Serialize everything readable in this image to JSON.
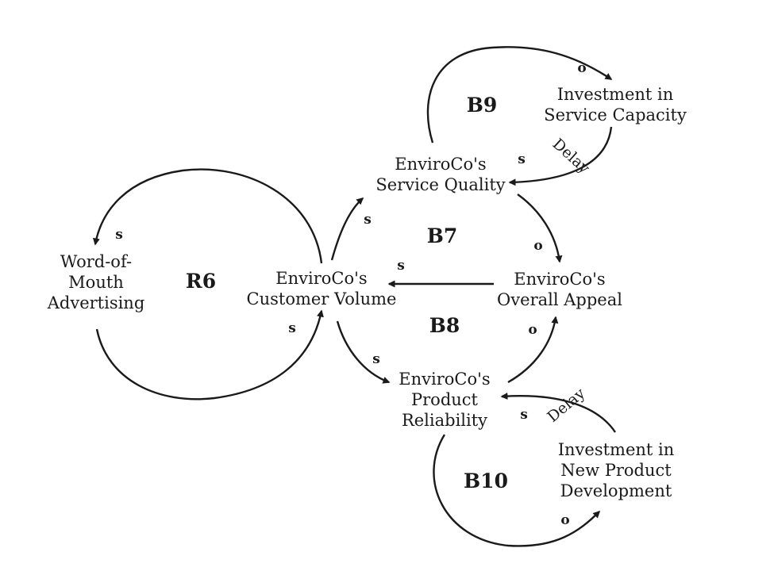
{
  "nodes": {
    "word_of_mouth": [
      "Word-of-",
      "Mouth",
      "Advertising"
    ],
    "customer_volume": [
      "EnviroCo's",
      "Customer Volume"
    ],
    "service_quality": [
      "EnviroCo's",
      "Service Quality"
    ],
    "overall_appeal": [
      "EnviroCo's",
      "Overall Appeal"
    ],
    "product_reliability": [
      "EnviroCo's",
      "Product",
      "Reliability"
    ],
    "investment_service": [
      "Investment in",
      "Service Capacity"
    ],
    "investment_product": [
      "Investment in",
      "New Product",
      "Development"
    ]
  },
  "loops": {
    "r6": "R6",
    "b7": "B7",
    "b8": "B8",
    "b9": "B9",
    "b10": "B10"
  },
  "polarities": {
    "to_word_of_mouth": "s",
    "to_customer_volume_r6": "s",
    "to_service_quality": "s",
    "to_overall_appeal_b7": "o",
    "to_customer_volume_b7": "s",
    "to_product_reliability": "s",
    "to_overall_appeal_b8": "o",
    "to_investment_service": "o",
    "to_service_quality_b9": "s",
    "to_investment_product": "o",
    "to_product_reliability_b10": "s"
  },
  "delays": {
    "service_delay": "Delay",
    "product_delay": "Delay"
  }
}
